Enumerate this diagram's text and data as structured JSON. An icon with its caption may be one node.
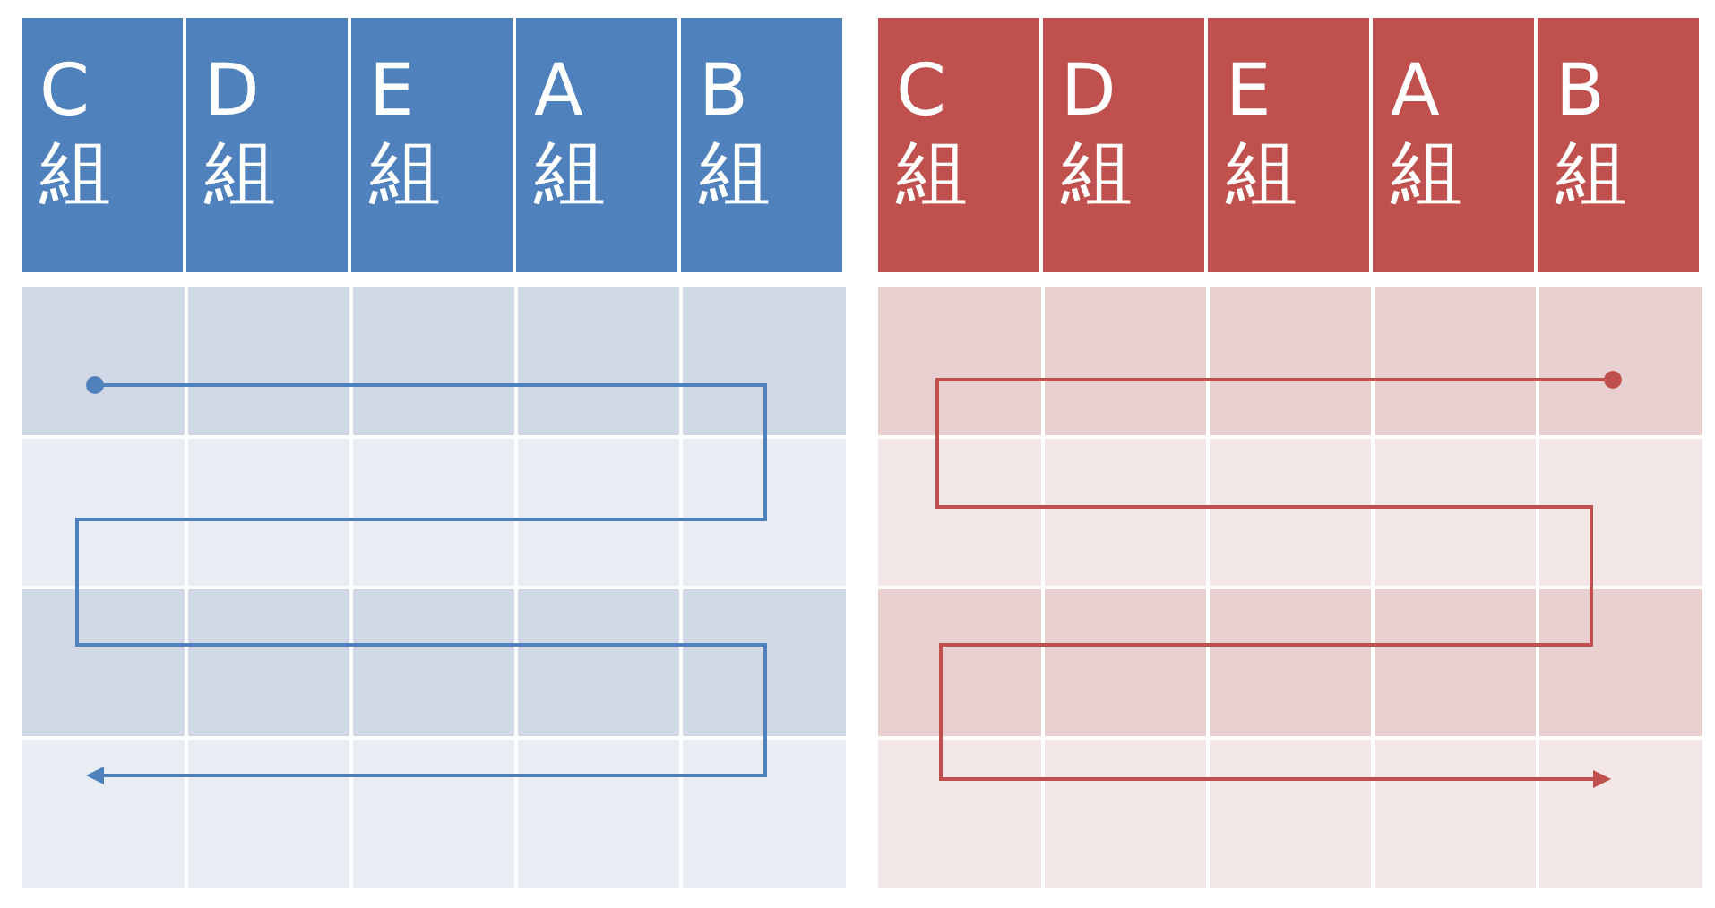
{
  "diagram": {
    "nodes": [
      {
        "text": [
          "C組"
        ]
      },
      {
        "text": [
          "D組"
        ]
      },
      {
        "text": [
          "E組"
        ]
      },
      {
        "text": [
          "A組"
        ]
      },
      {
        "text": [
          "B組"
        ]
      },
      {
        "text": [
          "C組"
        ]
      },
      {
        "text": [
          "D組"
        ]
      },
      {
        "text": [
          "E組"
        ]
      },
      {
        "text": [
          "A組"
        ]
      },
      {
        "text": [
          "B組"
        ]
      }
    ]
  }
}
